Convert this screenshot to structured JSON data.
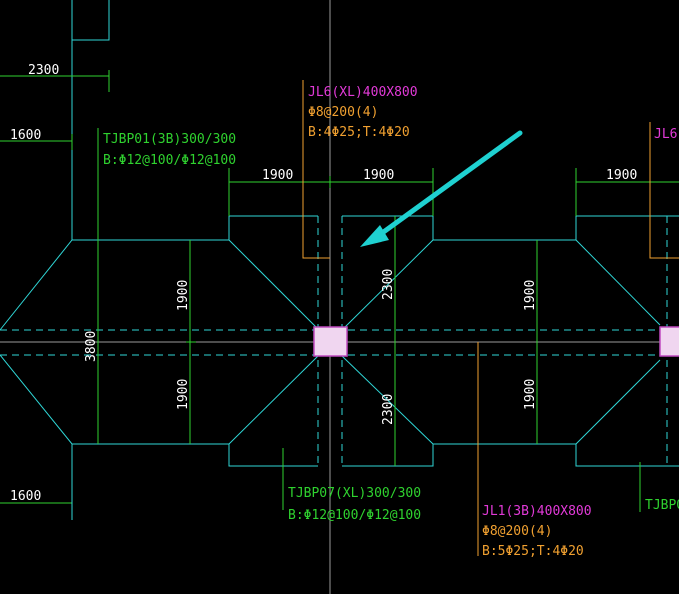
{
  "dimensions": {
    "top_left": "2300",
    "left_upper": "1600",
    "left_lower": "1600",
    "top_mid_left": "1900",
    "top_mid_right": "1900",
    "top_right": "1900",
    "vert_left_upper": "1900",
    "vert_left_lower": "1900",
    "vert_total": "3800",
    "vert_center_upper": "2300",
    "vert_center_lower": "2300",
    "vert_right_upper": "1900",
    "vert_right_lower": "1900"
  },
  "labels": {
    "tjb01_line1": "TJBP01(3B)300/300",
    "tjb01_line2": "B:Φ12@100/Φ12@100",
    "tjb07_line1": "TJBP07(XL)300/300",
    "tjb07_line2": "B:Φ12@100/Φ12@100",
    "tjb_right_partial": "TJBP0",
    "jl6_line1": "JL6(XL)400X800",
    "jl6_line2": "Φ8@200(4)",
    "jl6_line3": "B:4Φ25;T:4Φ20",
    "jl6_right_partial": "JL6(",
    "jl1_line1": "JL1(3B)400X800",
    "jl1_line2": "Φ8@200(4)",
    "jl1_line3": "B:5Φ25;T:4Φ20"
  },
  "colors": {
    "background": "#000000",
    "outline": "#2fd6d6",
    "dimension_line": "#2fd22f",
    "dimension_text": "#ffffff",
    "leader": "#f0a030",
    "beam_name": "#e23ad8",
    "column_fill": "#f0d6f0",
    "arrow": "#1fd1d1"
  },
  "icons": {
    "pointer": "arrow-pointer-icon"
  }
}
